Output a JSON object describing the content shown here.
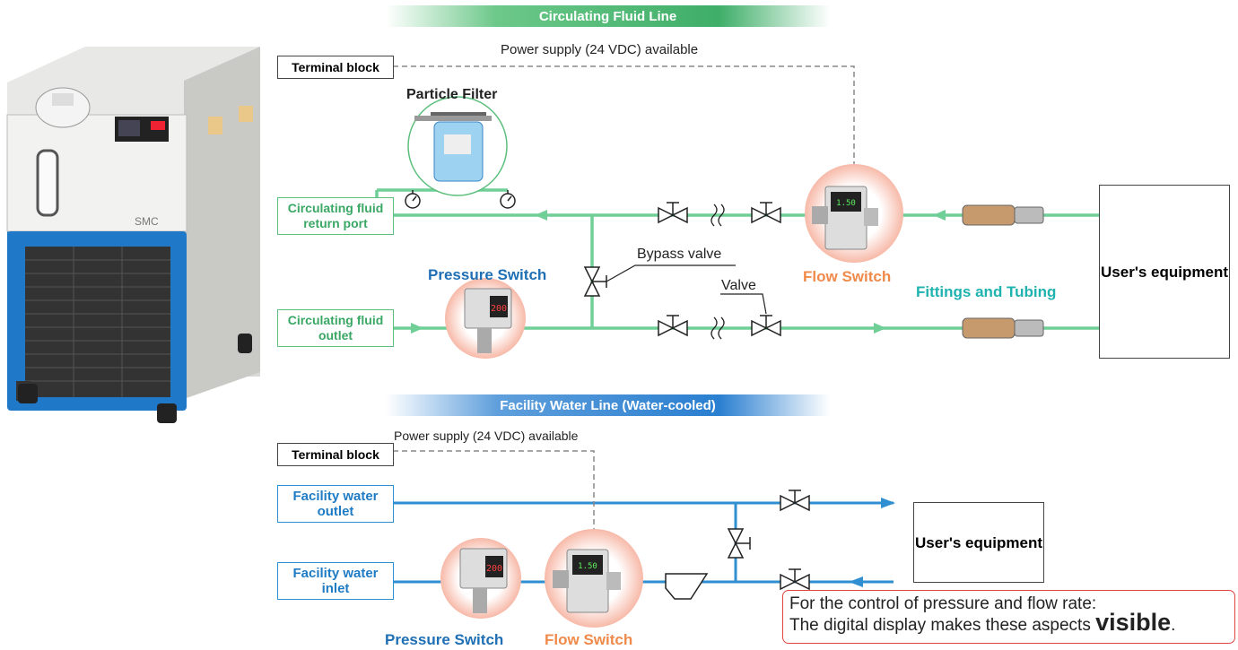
{
  "banners": {
    "circulating": "Circulating Fluid Line",
    "facility": "Facility Water Line (Water-cooled)"
  },
  "top": {
    "terminal_block": "Terminal block",
    "power_supply": "Power supply (24 VDC) available",
    "particle_filter": "Particle Filter",
    "return_port": "Circulating fluid return port",
    "outlet": "Circulating fluid outlet",
    "bypass_valve": "Bypass valve",
    "valve": "Valve",
    "pressure_switch": "Pressure Switch",
    "flow_switch": "Flow Switch",
    "fittings": "Fittings and Tubing",
    "equipment": "User's equipment"
  },
  "bottom": {
    "terminal_block": "Terminal block",
    "power_supply": "Power supply (24 VDC) available",
    "water_outlet": "Facility water outlet",
    "water_inlet": "Facility water inlet",
    "pressure_switch": "Pressure Switch",
    "flow_switch": "Flow Switch",
    "equipment": "User's equipment"
  },
  "note": {
    "line1": "For the control of pressure and flow rate:",
    "line2": "The digital display makes these aspects",
    "emphasis": "visible",
    "end": "."
  },
  "chiller": {
    "brand": "SMC"
  },
  "displays": {
    "pressure": "200",
    "flow": "1.50"
  },
  "colors": {
    "circulating_line": "#6fcf97",
    "facility_line": "#2f8fd0",
    "pressure_label": "#1f6fb5",
    "flow_label": "#f08a4b",
    "fittings_label": "#1fb3b0",
    "note_border": "#e0443c",
    "chiller_blue": "#1f78c8"
  }
}
